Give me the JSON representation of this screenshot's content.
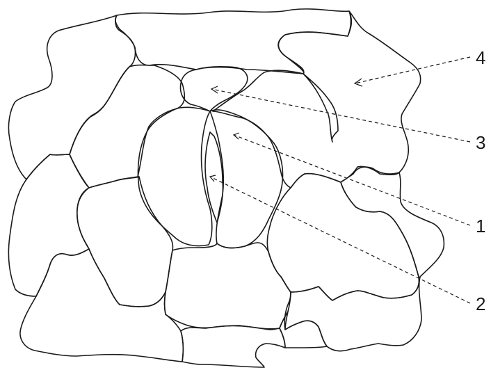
{
  "labels": [
    {
      "id": "1",
      "text": "1"
    },
    {
      "id": "2",
      "text": "2"
    },
    {
      "id": "3",
      "text": "3"
    },
    {
      "id": "4",
      "text": "4"
    }
  ],
  "colors": {
    "line": "#1a1a1a",
    "background": "#ffffff"
  }
}
